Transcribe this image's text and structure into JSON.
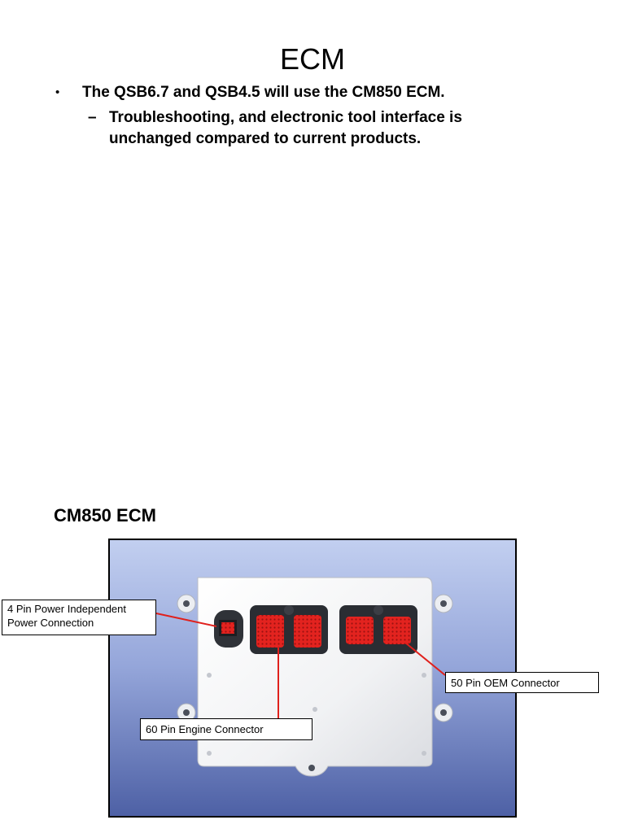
{
  "slide": {
    "title": "ECM",
    "bullets": [
      {
        "text": "The QSB6.7 and QSB4.5 will use the CM850 ECM.",
        "children": [
          "Troubleshooting, and electronic tool interface is unchanged compared to current products."
        ]
      }
    ],
    "bullet_marker": "•",
    "sub_marker": "–"
  },
  "figure": {
    "title": "CM850 ECM",
    "callouts": {
      "power": "4 Pin Power Independent Power Connection",
      "oem": "50 Pin OEM Connector",
      "engine": "60 Pin Engine Connector"
    }
  },
  "colors": {
    "leader_line": "#e0201c",
    "connector_red": "#e3231f",
    "background_blue_top": "#b9c8ea",
    "background_blue_bottom": "#4f63a8"
  }
}
